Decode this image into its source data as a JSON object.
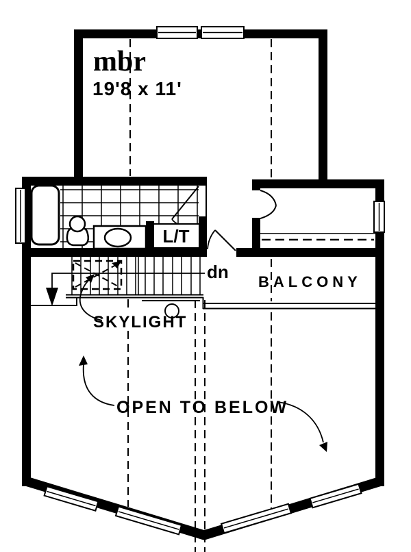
{
  "floor_plan": {
    "kind": "second-floor-plan",
    "labels": {
      "master_bedroom": "mbr",
      "master_bedroom_dimensions": "19'8 x 11'",
      "linen_toilet": "L/T",
      "stair_direction": "dn",
      "balcony": "BALCONY",
      "skylight": "SKYLIGHT",
      "open_to_below": "OPEN TO BELOW"
    },
    "colors": {
      "ink": "#000000",
      "paper": "#ffffff"
    }
  }
}
